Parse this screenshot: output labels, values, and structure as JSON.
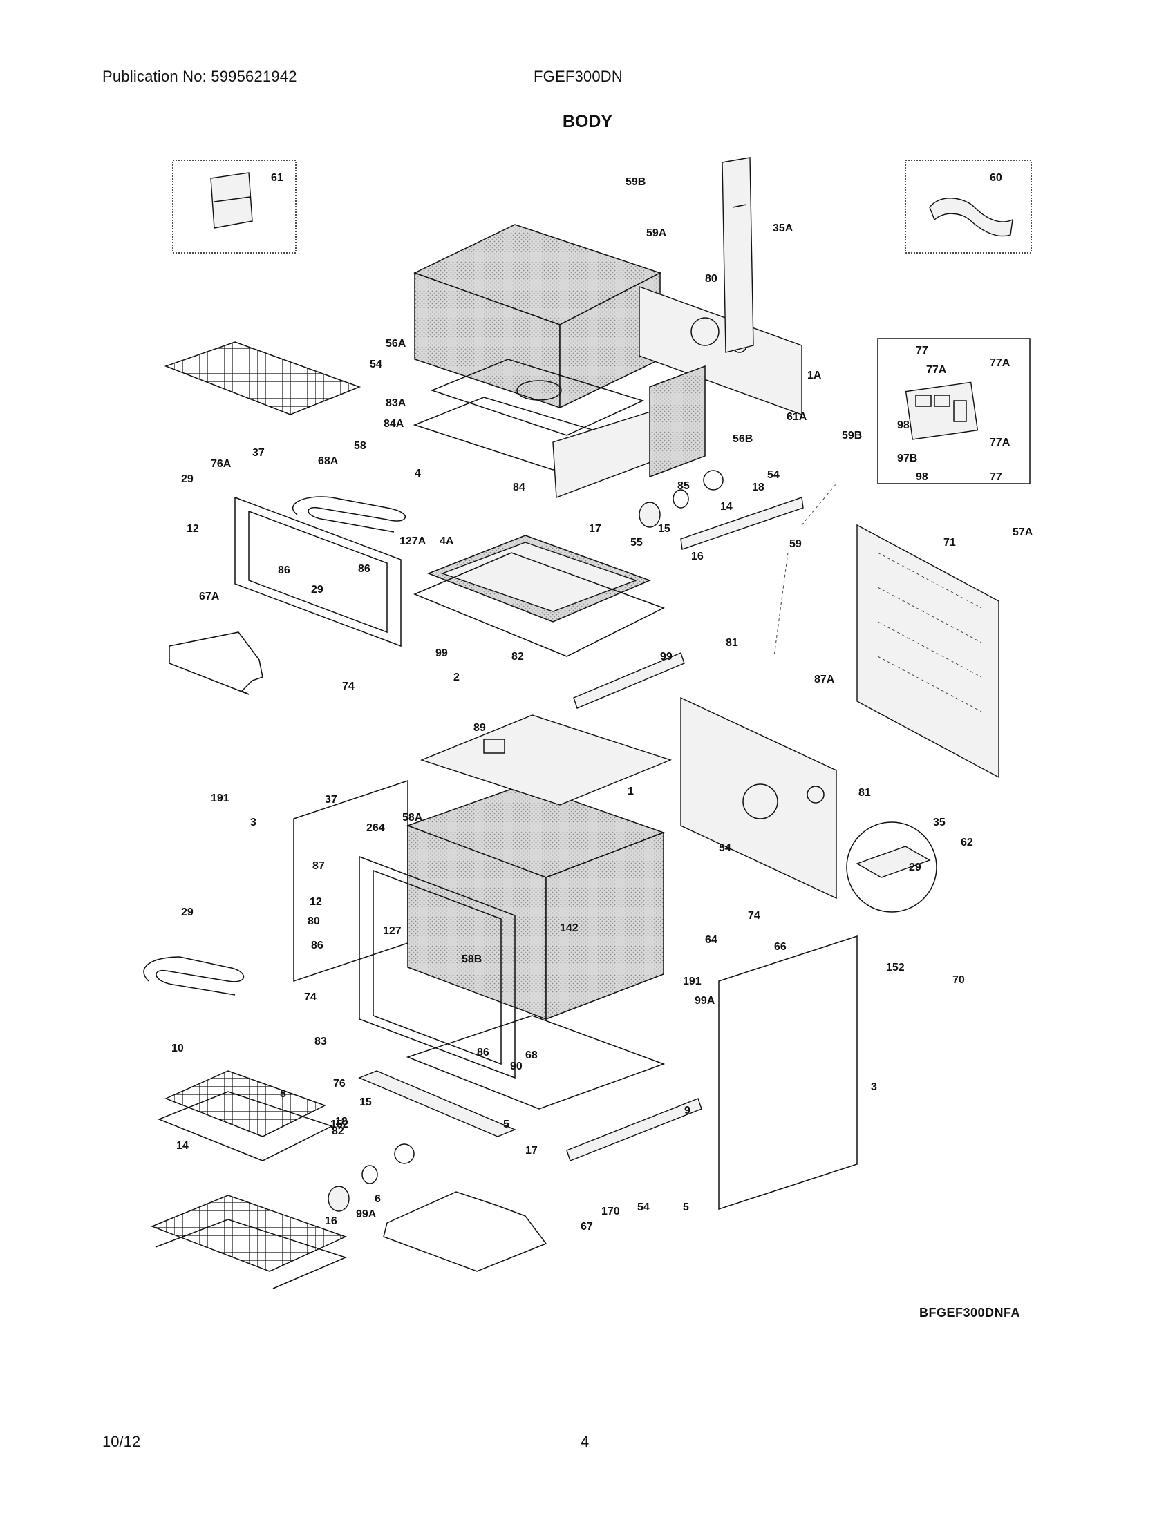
{
  "header": {
    "publication": "Publication No: 5995621942",
    "model": "FGEF300DN",
    "section_title": "BODY"
  },
  "footer": {
    "date": "10/12",
    "page_number": "4",
    "figure_code": "BFGEF300DNFA"
  },
  "callouts": [
    "61",
    "60",
    "59B",
    "35A",
    "59A",
    "80",
    "56A",
    "54",
    "1A",
    "77",
    "77A",
    "77A",
    "83A",
    "98",
    "84A",
    "61A",
    "59B",
    "77A",
    "56B",
    "97B",
    "98",
    "77",
    "37",
    "68A",
    "58",
    "76A",
    "29",
    "4",
    "84",
    "85",
    "18",
    "54",
    "12",
    "127A",
    "4A",
    "14",
    "17",
    "15",
    "16",
    "55",
    "59",
    "57A",
    "71",
    "86",
    "86",
    "29",
    "67A",
    "99",
    "82",
    "99",
    "81",
    "87A",
    "74",
    "2",
    "89",
    "1",
    "191",
    "37",
    "58A",
    "81",
    "3",
    "264",
    "35",
    "87",
    "62",
    "29",
    "12",
    "80",
    "54",
    "86",
    "127",
    "142",
    "64",
    "74",
    "66",
    "29",
    "58B",
    "191",
    "70",
    "152",
    "74",
    "99A",
    "83",
    "86",
    "68",
    "10",
    "5",
    "76",
    "90",
    "152",
    "3",
    "5",
    "9",
    "14",
    "18",
    "15",
    "82",
    "17",
    "16",
    "99A",
    "170",
    "54",
    "5",
    "67",
    "6"
  ]
}
